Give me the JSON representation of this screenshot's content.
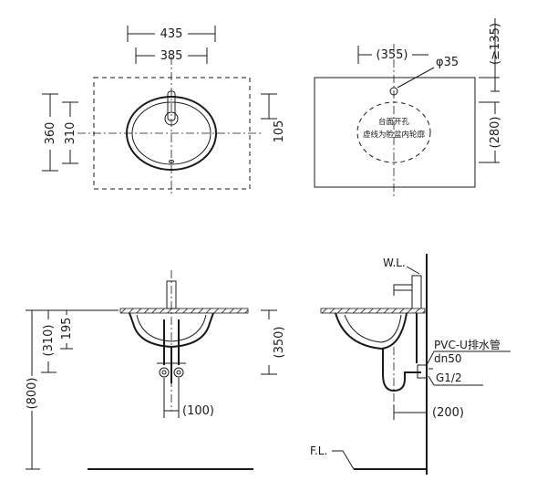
{
  "top_left_view": {
    "dims": {
      "outer_width": "435",
      "inner_width": "385",
      "outer_depth": "360",
      "inner_depth": "310",
      "tap_offset": "105"
    }
  },
  "top_right_view": {
    "dims": {
      "hole_offset": "(355)",
      "hole_diameter": "φ35",
      "min_edge": "(≥135)",
      "cutout_depth": "(280)"
    },
    "note_line1": "台面开孔",
    "note_line2": "虚线为脸盆内轮廓"
  },
  "front_view": {
    "dims": {
      "total_height": "(800)",
      "bowl_depth": "(310)",
      "drain_height": "195",
      "pipe_spacing": "(100)",
      "rim_to_drain": "(350)"
    }
  },
  "side_view": {
    "labels": {
      "water_level": "W.L.",
      "floor_level": "F.L.",
      "drain_pipe": "PVC-U排水管",
      "drain_size": "dn50",
      "supply_thread": "G1/2"
    },
    "dims": {
      "wall_offset": "(200)"
    }
  }
}
